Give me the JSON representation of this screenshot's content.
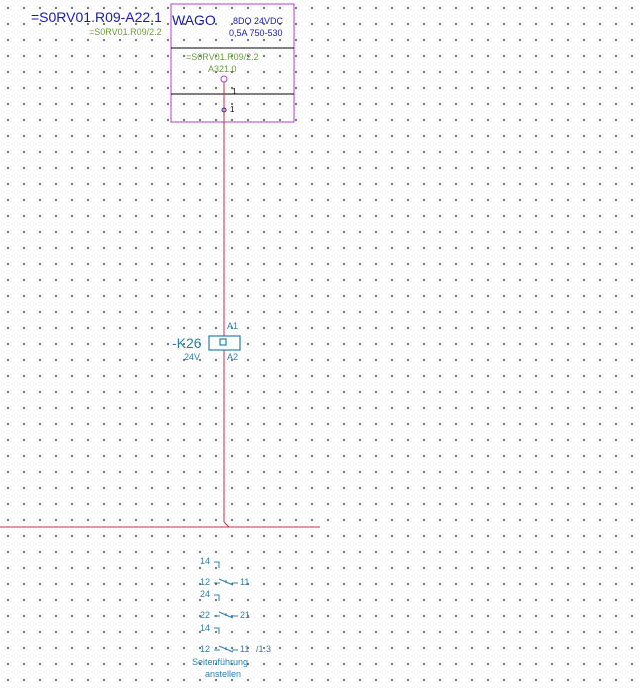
{
  "module": {
    "tag": "=S0RV01.R09-A22.1",
    "ref": "=S0RV01.R09/2.2",
    "brand": "WAGO",
    "spec_line1": "8DO 24VDC",
    "spec_line2": "0,5A 750-530",
    "inner_ref": "=S0RV01.R09/2.2",
    "address": "A321.0",
    "terminal_top": "1",
    "terminal_bottom": "1"
  },
  "relay": {
    "tag": "-K26",
    "voltage": "24V",
    "pin_a1": "A1",
    "pin_a2": "A2"
  },
  "contacts": {
    "c1_14": "14",
    "c2_12": "12",
    "c2_11": "11",
    "c3_24": "24",
    "c4_22": "22",
    "c4_21": "21",
    "c5_14": "14",
    "c6_12": "12",
    "c6_11": "11",
    "c6_ref": "/1.3",
    "desc_line1": "Seitenführung",
    "desc_line2": "anstellen"
  },
  "colors": {
    "wire": "#c0304a",
    "module_border": "#b43cc8",
    "module_text": "#1a1aa8",
    "relay_text": "#2a7fa8",
    "ref_text": "#6b9a3a"
  }
}
